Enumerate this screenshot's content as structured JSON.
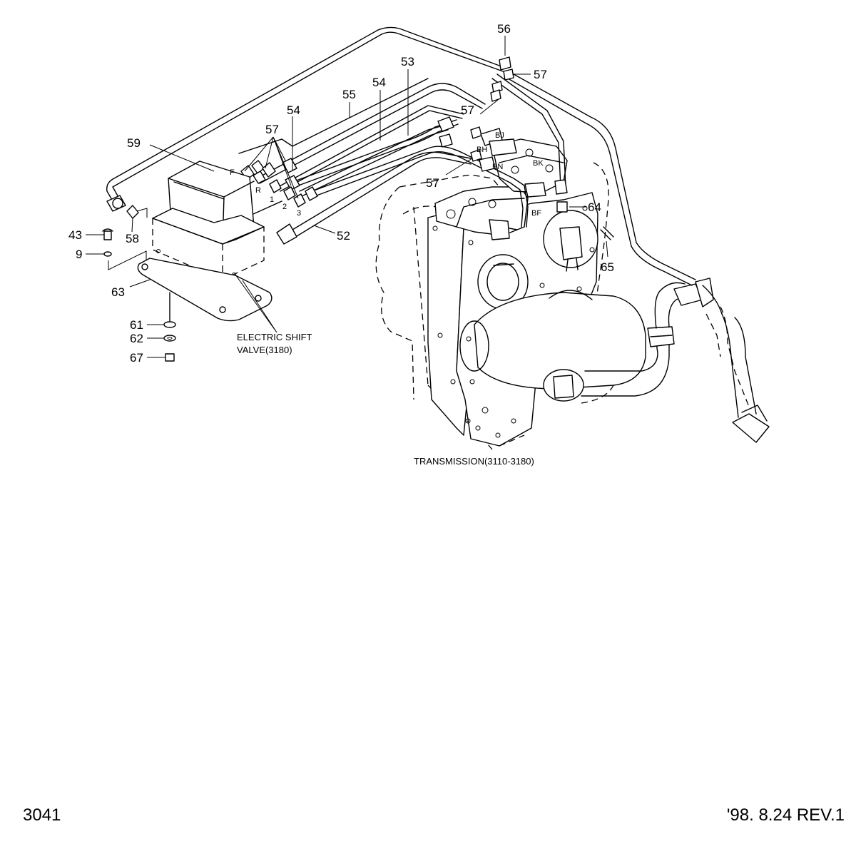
{
  "drawing": {
    "page_code": "3041",
    "revision": "'98. 8.24 REV.1",
    "captions": {
      "electric_shift_valve_1": "ELECTRIC SHIFT",
      "electric_shift_valve_2": "VALVE(3180)",
      "transmission": "TRANSMISSION(3110-3180)"
    },
    "callouts": {
      "p56": "56",
      "p57_top": "57",
      "p53": "53",
      "p54_mid": "54",
      "p55": "55",
      "p54_left": "54",
      "p57_cluster": "57",
      "p57_right": "57",
      "p57_low": "57",
      "p59": "59",
      "p52": "52",
      "p64": "64",
      "p65": "65",
      "p43": "43",
      "p9": "9",
      "p58": "58",
      "p63": "63",
      "p61": "61",
      "p62": "62",
      "p67": "67"
    },
    "ports": {
      "f": "F",
      "r": "R",
      "one": "1",
      "two": "2",
      "three": "3",
      "bj": "BJ",
      "bh": "BH",
      "bk": "BK",
      "bn": "BN",
      "bf": "BF"
    }
  }
}
